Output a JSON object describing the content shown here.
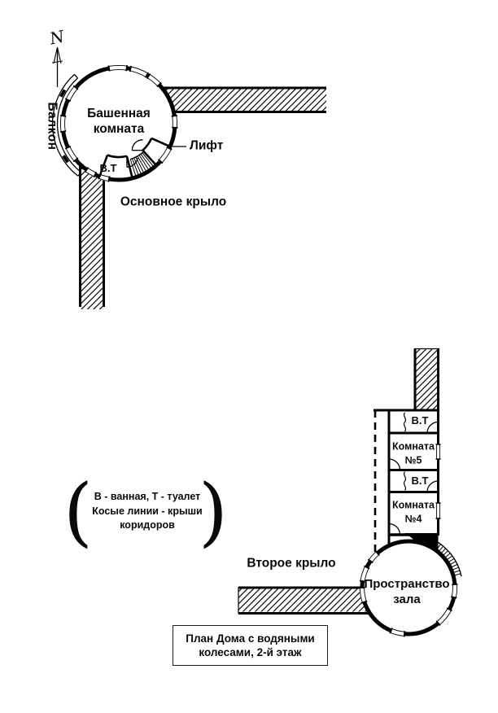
{
  "colors": {
    "ink": "#000000",
    "background": "#ffffff"
  },
  "diagram": {
    "north_label": "N",
    "tower": {
      "room_line1": "Башенная",
      "room_line2": "комната",
      "balcony": "Балкон",
      "bath_toilet": "В.Т",
      "lift": "Лифт"
    },
    "labels": {
      "main_wing": "Основное крыло",
      "second_wing": "Второе крыло"
    },
    "annex": {
      "bath_toilet_upper": "В.Т",
      "room5_line1": "Комната",
      "room5_line2": "№5",
      "bath_toilet_lower": "В.Т",
      "room4_line1": "Комната",
      "room4_line2": "№4",
      "hall_line1": "Пространство",
      "hall_line2": "зала"
    },
    "legend": {
      "open_paren": "(",
      "close_paren": ")",
      "line1": "В - ванная, Т - туалет",
      "line2": "Косые линии - крыши",
      "line3": "коридоров"
    },
    "title": {
      "line1": "План Дома с водяными",
      "line2": "колесами, 2-й этаж"
    }
  }
}
